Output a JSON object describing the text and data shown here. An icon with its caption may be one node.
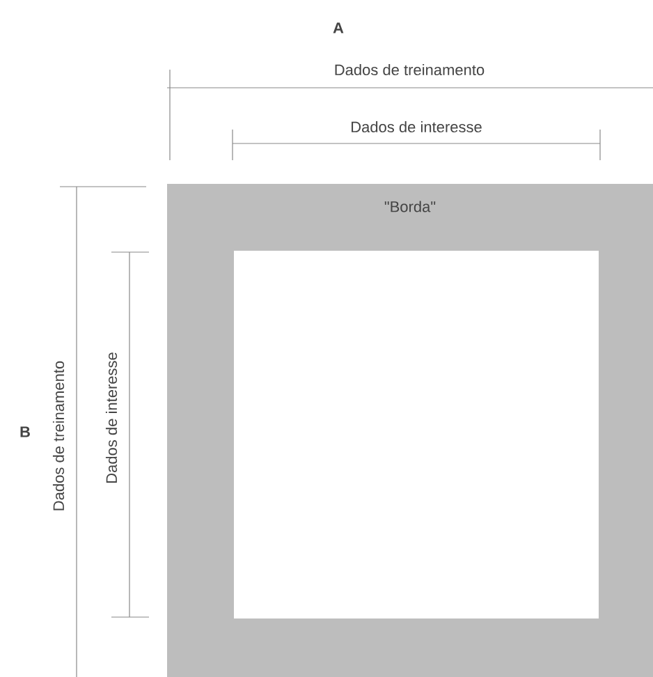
{
  "diagram": {
    "nodes": [
      {
        "text": [
          "\"Borda\""
        ]
      },
      {
        "text": [],
        "shape": "box",
        "in": 0
      }
    ],
    "labels": [
      "A",
      "Dados de treinamento",
      "Dados de interesse",
      "B",
      "Dados de treinamento",
      "Dados de interesse"
    ]
  }
}
